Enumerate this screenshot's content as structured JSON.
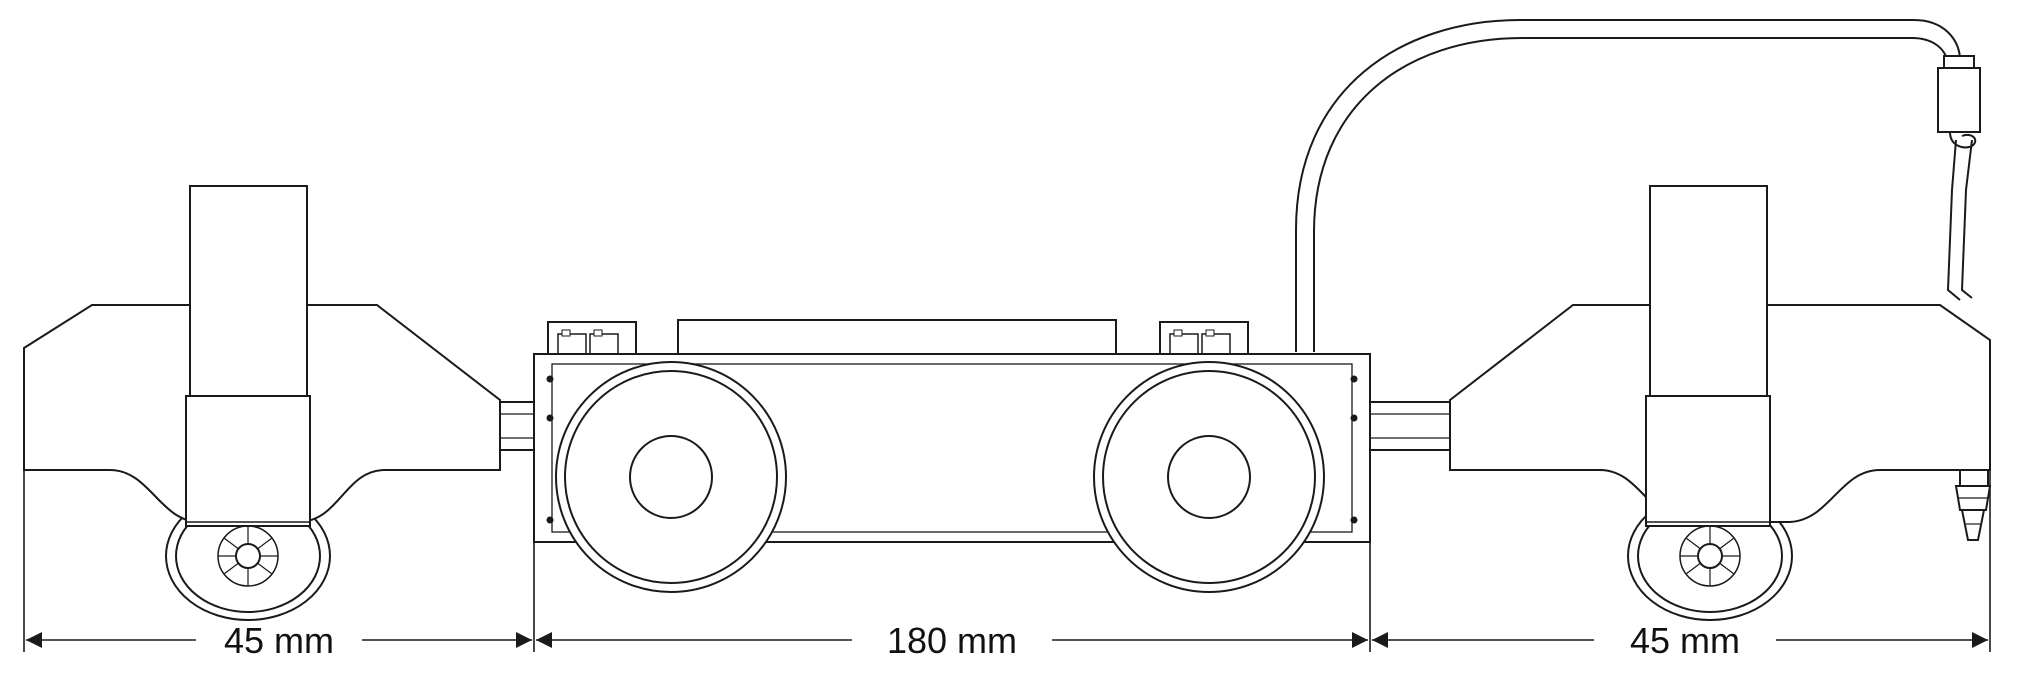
{
  "dimensions": {
    "left": "45 mm",
    "center": "180 mm",
    "right": "45 mm"
  },
  "colors": {
    "stroke": "#1a1a1a",
    "fill": "#ffffff"
  }
}
